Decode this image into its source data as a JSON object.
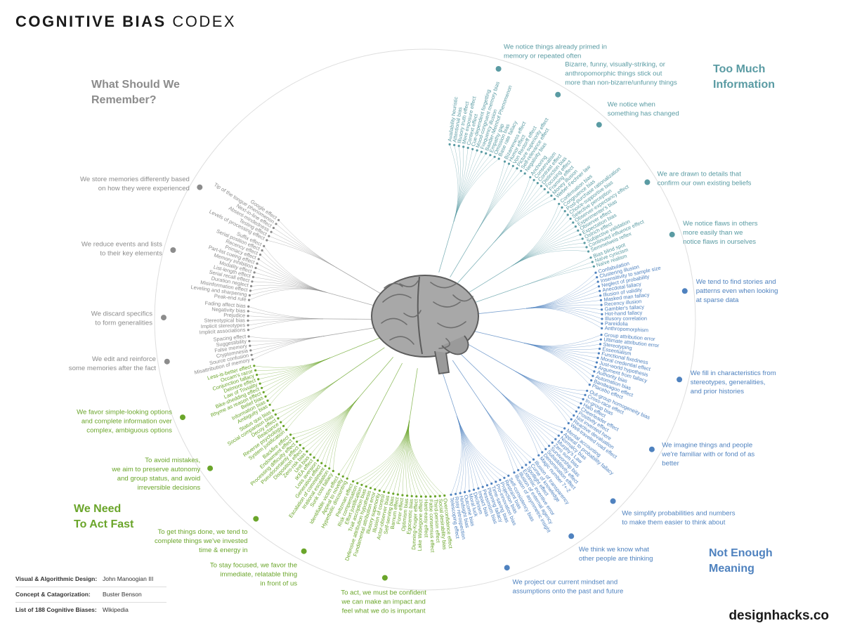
{
  "title": {
    "bold": "COGNITIVE BIAS",
    "light": "CODEX"
  },
  "brand": "designhacks.co",
  "credits": [
    {
      "label": "Visual & Algorithmic Design:",
      "value": "John Manoogian III"
    },
    {
      "label": "Concept & Catagorization:",
      "value": "Buster Benson"
    },
    {
      "label": "List of 188 Cognitive Biases:",
      "value": "Wikipedia"
    }
  ],
  "quadrants": [
    {
      "name": "too-much-information",
      "lines": [
        "Too Much",
        "Information"
      ],
      "color": "#5a9ba3"
    },
    {
      "name": "not-enough-meaning",
      "lines": [
        "Not Enough",
        "Meaning"
      ],
      "color": "#4f82bf"
    },
    {
      "name": "need-to-act-fast",
      "lines": [
        "We Need",
        "To Act Fast"
      ],
      "color": "#6aa52a"
    },
    {
      "name": "what-should-we-remember",
      "lines": [
        "What Should We",
        "Remember?"
      ],
      "color": "#8c8c8c"
    }
  ],
  "groups": [
    {
      "q": 0,
      "lines": [
        "We notice things already primed in",
        "memory or repeated often"
      ],
      "biases": [
        "Availability heuristic",
        "Attentional bias",
        "Illusory truth effect",
        "Mere exposure effect",
        "Context effect",
        "Cue-dependent forgetting",
        "Mood-congruent memory bias",
        "Frequency illusion",
        "Baader-Meinhof Phenomenon",
        "Empathy gap",
        "Omission bias",
        "Base rate fallacy"
      ]
    },
    {
      "q": 0,
      "lines": [
        "Bizarre, funny, visually-striking, or",
        "anthropomorphic things stick out",
        "more than non-bizarre/unfunny things"
      ],
      "biases": [
        "Bizarreness effect",
        "Humor effect",
        "Von Restorff effect",
        "Picture superiority effect",
        "Self-relevance effect",
        "Negativity bias"
      ]
    },
    {
      "q": 0,
      "lines": [
        "We notice when",
        "something has changed"
      ],
      "biases": [
        "Anchoring",
        "Conservatism",
        "Contrast effect",
        "Distinction bias",
        "Focusing effect",
        "Framing effect",
        "Money illusion",
        "Weber-Fechner law"
      ]
    },
    {
      "q": 0,
      "lines": [
        "We are drawn to details that",
        "confirm our own existing beliefs"
      ],
      "biases": [
        "Confirmation bias",
        "Congruence bias",
        "Post-purchase rationalization",
        "Choice-supportive bias",
        "Selective perception",
        "Observer-expectancy effect",
        "Experimenter's bias",
        "Observer effect",
        "Expectation bias",
        "Ostrich effect",
        "Subjective validation",
        "Continued influence effect",
        "Semmelweis reflex"
      ]
    },
    {
      "q": 0,
      "lines": [
        "We notice flaws in others",
        "more easily than we",
        "notice flaws in ourselves"
      ],
      "biases": [
        "Bias blind spot",
        "Naïve cynicism",
        "Naïve realism"
      ]
    },
    {
      "q": 1,
      "lines": [
        "We tend to find stories and",
        "patterns even when looking",
        "at sparse data"
      ],
      "biases": [
        "Confabulation",
        "Clustering illusion",
        "Insensitivity to sample size",
        "Neglect of probability",
        "Anecdotal fallacy",
        "Illusion of validity",
        "Masked man fallacy",
        "Recency illusion",
        "Gambler's fallacy",
        "Hot-hand fallacy",
        "Illusory correlation",
        "Pareidolia",
        "Anthropomorphism"
      ]
    },
    {
      "q": 1,
      "lines": [
        "We fill in characteristics from",
        "stereotypes, generalities,",
        "and prior histories"
      ],
      "biases": [
        "Group attribution error",
        "Ultimate attribution error",
        "Stereotyping",
        "Essentialism",
        "Functional fixedness",
        "Moral credential effect",
        "Just-world hypothesis",
        "Argument from fallacy",
        "Authority bias",
        "Automation bias",
        "Bandwagon effect",
        "Placebo effect"
      ]
    },
    {
      "q": 1,
      "lines": [
        "We imagine things and people",
        "we're familiar with or fond of as",
        "better"
      ],
      "biases": [
        "Out-group homogeneity bias",
        "Cross-race effect",
        "In-group bias",
        "Halo effect",
        "Cheerleader effect",
        "Positivity effect",
        "Not invented here",
        "Reactive devaluation",
        "Well-traveled road effect"
      ]
    },
    {
      "q": 1,
      "lines": [
        "We simplify probabilities and numbers",
        "to make them easier to think about"
      ],
      "biases": [
        "Mental accounting",
        "Appeal to probability fallacy",
        "Normalcy bias",
        "Murphy's Law",
        "Zero sum bias",
        "Survivorship bias",
        "Subadditivity effect",
        "Denomination effect",
        "Magic number 7+-2"
      ]
    },
    {
      "q": 1,
      "lines": [
        "We think we know what",
        "other people are thinking"
      ],
      "biases": [
        "Illusion of transparency",
        "Curse of knowledge",
        "Spotlight effect",
        "Extrinsic incentive error",
        "Illusion of external agency",
        "Illusion of asymmetric insight"
      ]
    },
    {
      "q": 1,
      "lines": [
        "We project our current mindset and",
        "assumptions onto the past and future"
      ],
      "biases": [
        "Self-consistency bias",
        "Restraint bias",
        "Projection bias",
        "Pro-innovation bias",
        "Time-saving bias",
        "Planning fallacy",
        "Pessimism bias",
        "Impact bias",
        "Declinism",
        "Moral luck",
        "Outcome bias",
        "Hindsight bias",
        "Rosy retrospection",
        "Telescoping effect"
      ]
    },
    {
      "q": 2,
      "lines": [
        "To act, we must be confident",
        "we can make an impact and",
        "feel what we do is important"
      ],
      "biases": [
        "Overconfidence effect",
        "Social desirability bias",
        "Third-person effect",
        "False consensus effect",
        "Hard-easy effect",
        "Lake Wobegone effect",
        "Dunning-Kruger effect",
        "Egocentric bias",
        "Optimism bias",
        "Forer effect",
        "Barnum effect",
        "Self-serving bias",
        "Actor-observer bias",
        "Illusion of control",
        "Illusory superiority",
        "Fundamental attribution error",
        "Defensive attribution hypothesis",
        "Trait ascription bias",
        "Effort justification",
        "Risk compensation",
        "Peltzman effect"
      ]
    },
    {
      "q": 2,
      "lines": [
        "To stay focused, we favor the",
        "immediate, relatable thing",
        "in front of us"
      ],
      "biases": [
        "Hyperbolic discounting",
        "Appeal to novelty",
        "Identifiable victim effect"
      ]
    },
    {
      "q": 2,
      "lines": [
        "To get things done, we tend to",
        "complete things we've invested",
        "time & energy in"
      ],
      "biases": [
        "Sunk cost fallacy",
        "Irrational escalation",
        "Escalation of commitment",
        "Generation effect",
        "Loss aversion",
        "IKEA effect",
        "Unit bias",
        "Zero-risk bias",
        "Disposition effect",
        "Pseudocertainty effect",
        "Processing difficulty effect",
        "Endowment effect",
        "Backfire effect"
      ]
    },
    {
      "q": 2,
      "lines": [
        "To avoid mistakes,",
        "we aim to preserve autonomy",
        "and group status, and avoid",
        "irreversible decisions"
      ],
      "biases": [
        "System justification",
        "Reverse psychology",
        "Reactance",
        "Decoy effect",
        "Social comparison bias",
        "Status quo bias"
      ]
    },
    {
      "q": 2,
      "lines": [
        "We favor simple-looking options",
        "and complete information over",
        "complex, ambiguous options"
      ],
      "biases": [
        "Ambiguity bias",
        "Information bias",
        "Belief bias",
        "Rhyme as reason effect",
        "Bike-shedding effect",
        "Law of Triviality",
        "Delmore effect",
        "Conjunction fallacy",
        "Occam's razor",
        "Less-is-better effect"
      ]
    },
    {
      "q": 3,
      "lines": [
        "We edit and reinforce",
        "some memories after the fact"
      ],
      "biases": [
        "Misattribution of memory",
        "Source confusion",
        "Cryptomnesia",
        "False memory",
        "Suggestibility",
        "Spacing effect"
      ]
    },
    {
      "q": 3,
      "lines": [
        "We discard specifics",
        "to form generalities"
      ],
      "biases": [
        "Implicit associations",
        "Implicit stereotypes",
        "Stereotypical bias",
        "Prejudice",
        "Negativity bias",
        "Fading affect bias"
      ]
    },
    {
      "q": 3,
      "lines": [
        "We reduce events and lists",
        "to their key elements"
      ],
      "biases": [
        "Peak-end rule",
        "Leveling and sharpening",
        "Misinformation effect",
        "Duration neglect",
        "Serial recall effect",
        "List-length effect",
        "Modality effect",
        "Memory inhibition",
        "Part-list cueing effect",
        "Primacy effect",
        "Recency effect",
        "Serial position effect",
        "Suffix effect"
      ]
    },
    {
      "q": 3,
      "lines": [
        "We store memories differently based",
        "on how they were experienced"
      ],
      "biases": [
        "Levels of processing effect",
        "Testing effect",
        "Absent-mindedness",
        "Next-in-line effect",
        "Tip of the tongue phenomenon",
        "Google effect"
      ]
    }
  ]
}
